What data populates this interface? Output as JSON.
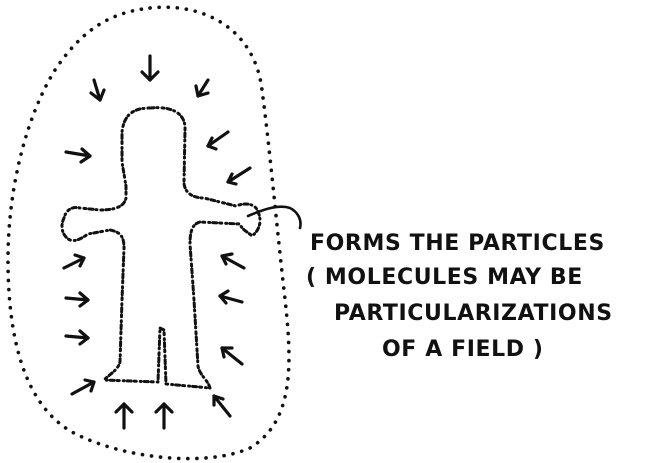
{
  "caption": {
    "line1": "FORMS THE PARTICLES",
    "line2": "( MOLECULES MAY BE",
    "line3": "PARTICULARIZATIONS",
    "line4": "OF A FIELD  )"
  },
  "colors": {
    "ink": "#111111",
    "paper": "#ffffff"
  }
}
